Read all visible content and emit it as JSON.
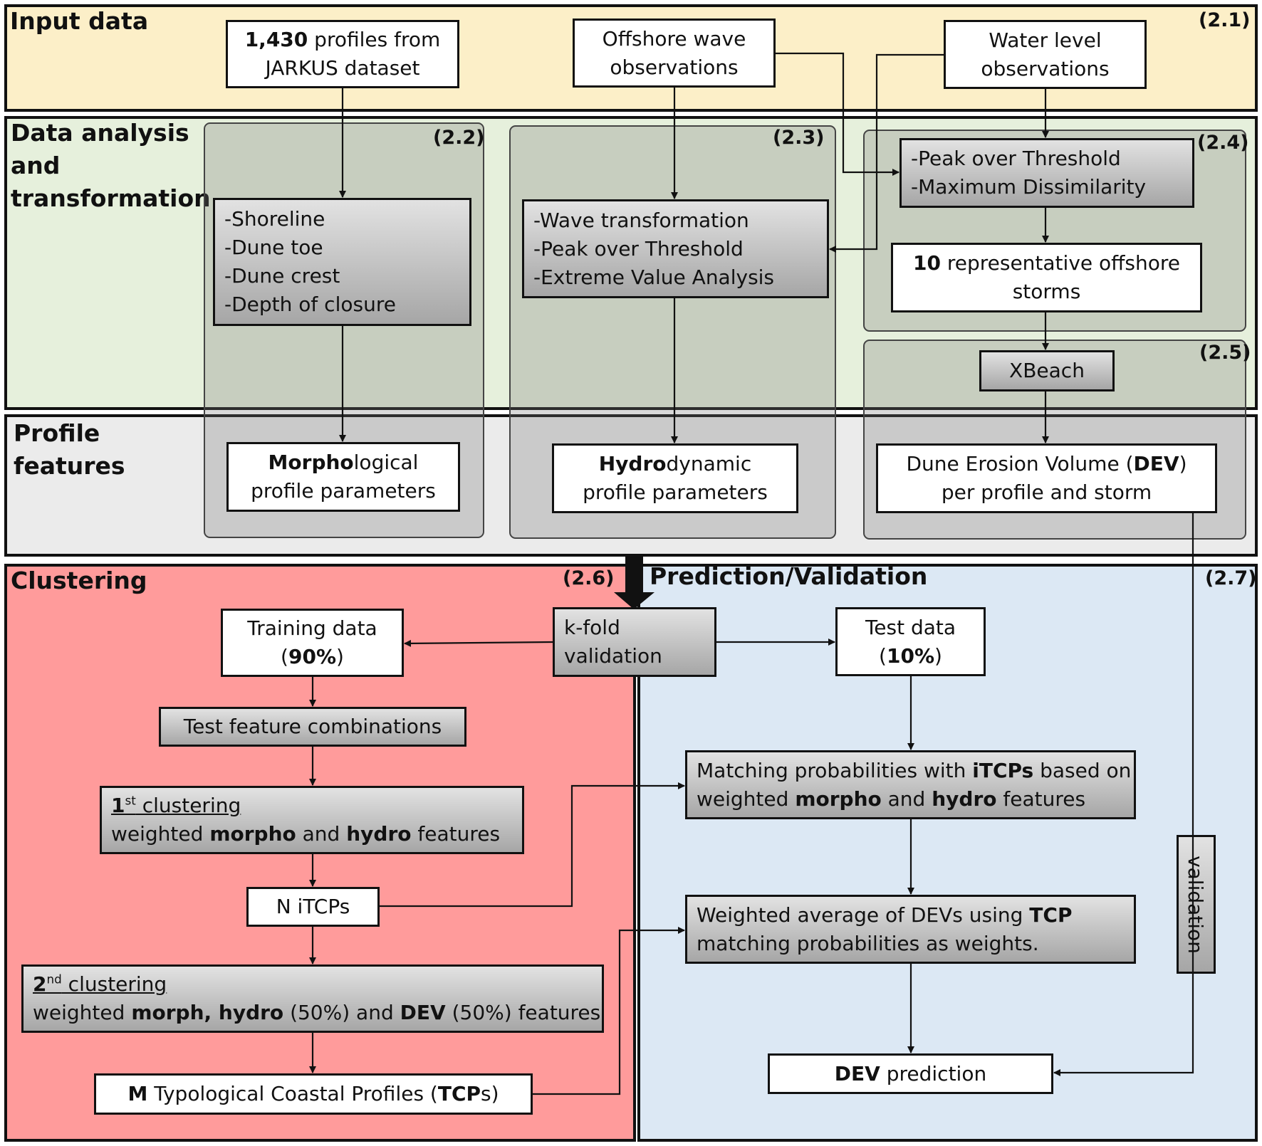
{
  "colors": {
    "input_band": "#fcefc8",
    "analysis_band": "#e6f0dc",
    "features_band": "#ebebeb",
    "clustering_band": "#ff9b9b",
    "prediction_band": "#dce8f4"
  },
  "bands": {
    "input": {
      "title": "Input data",
      "id": "(2.1)"
    },
    "analysis": {
      "title_lines": [
        "Data analysis",
        "and",
        "transformation"
      ]
    },
    "features": {
      "title_lines": [
        "Profile",
        "features"
      ]
    },
    "clustering": {
      "title": "Clustering",
      "id": "(2.6)"
    },
    "prediction": {
      "title": "Prediction/Validation",
      "id": "(2.7)"
    }
  },
  "groups": {
    "g22": {
      "id": "(2.2)"
    },
    "g23": {
      "id": "(2.3)"
    },
    "g24": {
      "id": "(2.4)"
    },
    "g25": {
      "id": "(2.5)"
    }
  },
  "input": {
    "jarkus": {
      "bold": "1,430",
      "rest": " profiles from",
      "line2": "JARKUS dataset"
    },
    "waves": {
      "line1": "Offshore wave",
      "line2": "observations"
    },
    "water": {
      "line1": "Water level",
      "line2": "observations"
    }
  },
  "analysis": {
    "morph_steps": [
      "-Shoreline",
      "-Dune toe",
      "-Dune crest",
      "-Depth of closure"
    ],
    "hydro_steps": [
      "-Wave transformation",
      "-Peak over Threshold",
      "-Extreme Value Analysis"
    ],
    "storm_steps": [
      "-Peak over Threshold",
      "-Maximum Dissimilarity"
    ],
    "storms": {
      "bold": "10",
      "rest": " representative offshore",
      "line2": "storms"
    },
    "xbeach": "XBeach"
  },
  "features": {
    "morph": {
      "bold": "Morpho",
      "rest": "logical",
      "line2": "profile parameters"
    },
    "hydro": {
      "bold": "Hydro",
      "rest": "dynamic",
      "line2": "profile parameters"
    },
    "dev": {
      "pre": "Dune Erosion Volume (",
      "bold": "DEV",
      "post": ")",
      "line2": "per profile and storm"
    }
  },
  "clustering": {
    "training": {
      "line1": "Training data",
      "pre": "(",
      "bold": "90%",
      "post": ")"
    },
    "kfold": {
      "line1": "k-fold",
      "line2": "validation"
    },
    "test_combos": "Test feature combinations",
    "first": {
      "ordinal": "1",
      "sup": "st",
      "label": " clustering",
      "w": "weighted ",
      "b1": "morpho",
      "and": " and ",
      "b2": "hydro",
      "end": " features"
    },
    "nitcps": "N iTCPs",
    "second": {
      "ordinal": "2",
      "sup": "nd",
      "label": " clustering",
      "w": "weighted ",
      "b1": "morph, hydro",
      "p1": " (50%) and ",
      "b2": "DEV",
      "p2": " (50%) features"
    },
    "tcps": {
      "bold1": "M",
      "mid": " Typological Coastal Profiles (",
      "bold2": "TCP",
      "end": "s)"
    }
  },
  "prediction": {
    "testdata": {
      "line1": "Test data",
      "pre": "(",
      "bold": "10%",
      "post": ")"
    },
    "matching": {
      "pre": "Matching probabilities with ",
      "bold": "iTCPs",
      "post": " based on",
      "w": "weighted ",
      "b1": "morpho",
      "and": " and ",
      "b2": "hydro",
      "end": " features"
    },
    "weighted": {
      "pre": "Weighted average of DEVs using ",
      "bold": "TCP",
      "line2": "matching probabilities as weights."
    },
    "validation": "validation",
    "dev_prediction": {
      "bold": "DEV",
      "rest": " prediction"
    }
  }
}
